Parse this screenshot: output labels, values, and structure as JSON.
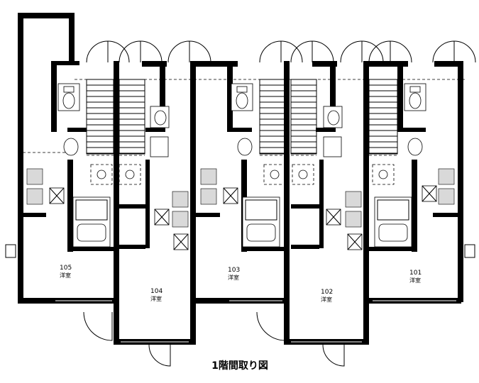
{
  "units": [
    {
      "number": "105",
      "room_type": "洋室"
    },
    {
      "number": "104",
      "room_type": "洋室"
    },
    {
      "number": "103",
      "room_type": "洋室"
    },
    {
      "number": "102",
      "room_type": "洋室"
    },
    {
      "number": "101",
      "room_type": "洋室"
    }
  ],
  "caption": "1階間取り図"
}
